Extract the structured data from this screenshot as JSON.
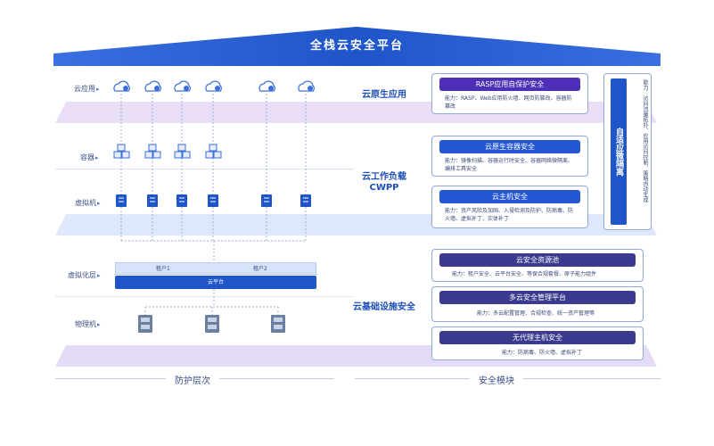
{
  "title": "全栈云安全平台",
  "layers": {
    "cloud_app": "云应用",
    "container": "容器",
    "vm": "虚拟机",
    "virtualization": "虚拟化层",
    "physical": "物理机"
  },
  "virtualization": {
    "tenant1": "租户1",
    "tenant2": "租户2",
    "platform": "云平台"
  },
  "sections": {
    "cloud_native_app": "云原生应用",
    "cwpp_line1": "云工作负载",
    "cwpp_line2": "CWPP",
    "infra": "云基础设施安全"
  },
  "modules": [
    {
      "title": "RASP应用自保护安全",
      "text": "能力：RASP、Web应用防火墙、网页防篡改、容器防篡改"
    },
    {
      "title": "云原生容器安全",
      "text": "能力：镜像扫描、容器运行时安全、容器网络微隔离、编排工具安全"
    },
    {
      "title": "云主机安全",
      "text": "能力：资产风险及加固、入侵检测及防护、防病毒、防火墙、虚拟补丁、实体补丁"
    },
    {
      "title": "云安全资源池",
      "text": "能力：租户安全、云平台安全、等保合规套餐、原子能力组件"
    },
    {
      "title": "多云安全管理平台",
      "text": "能力：多云配置管理、合规检查、统一资产管理等"
    },
    {
      "title": "无代理主机安全",
      "text": "能力：防病毒、防火墙、虚拟补丁"
    }
  ],
  "adaptive": {
    "title": "自适应微隔离",
    "text": "能力：访问流量拓扑、应用访问控制、策略自动生成"
  },
  "footer": {
    "left": "防护层次",
    "right": "安全模块"
  },
  "colors": {
    "brand_blue": "#2456d6",
    "purple": "#4d2fb8",
    "navy": "#3b3a8f",
    "band_purple": "#e6dcf5",
    "band_blue": "#dde8fb"
  }
}
